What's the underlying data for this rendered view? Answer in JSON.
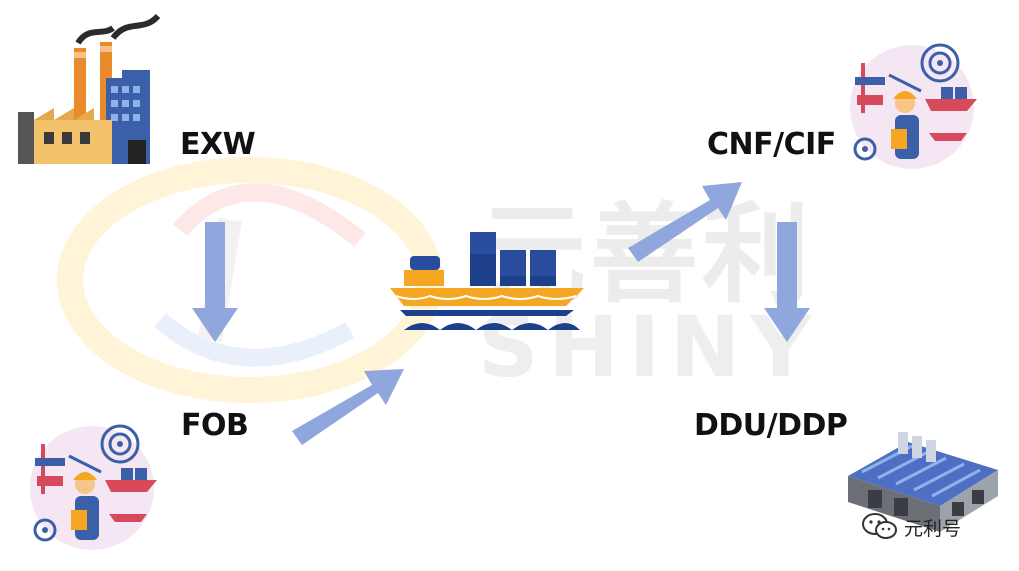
{
  "watermark": {
    "chinese": "元善利",
    "english": "SHINY"
  },
  "terms": {
    "exw": "EXW",
    "fob": "FOB",
    "cnf_cif": "CNF/CIF",
    "ddu_ddp": "DDU/DDP"
  },
  "badge": {
    "text": "元利号",
    "icon": "wechat-icon"
  },
  "icons": {
    "origin": "factory-icon",
    "port_left": "port-worker-icon",
    "center": "container-ship-icon",
    "port_right": "port-worker-icon",
    "destination": "warehouse-icon"
  },
  "colors": {
    "arrow": "#8fa7dd",
    "ship_hull": "#f5a623",
    "ship_dark": "#1e3f8a",
    "wave": "#1e3f8a",
    "chimney": "#e98b2a",
    "factory_blue": "#3b5fa8",
    "port_circle": "#f4e6f3"
  }
}
